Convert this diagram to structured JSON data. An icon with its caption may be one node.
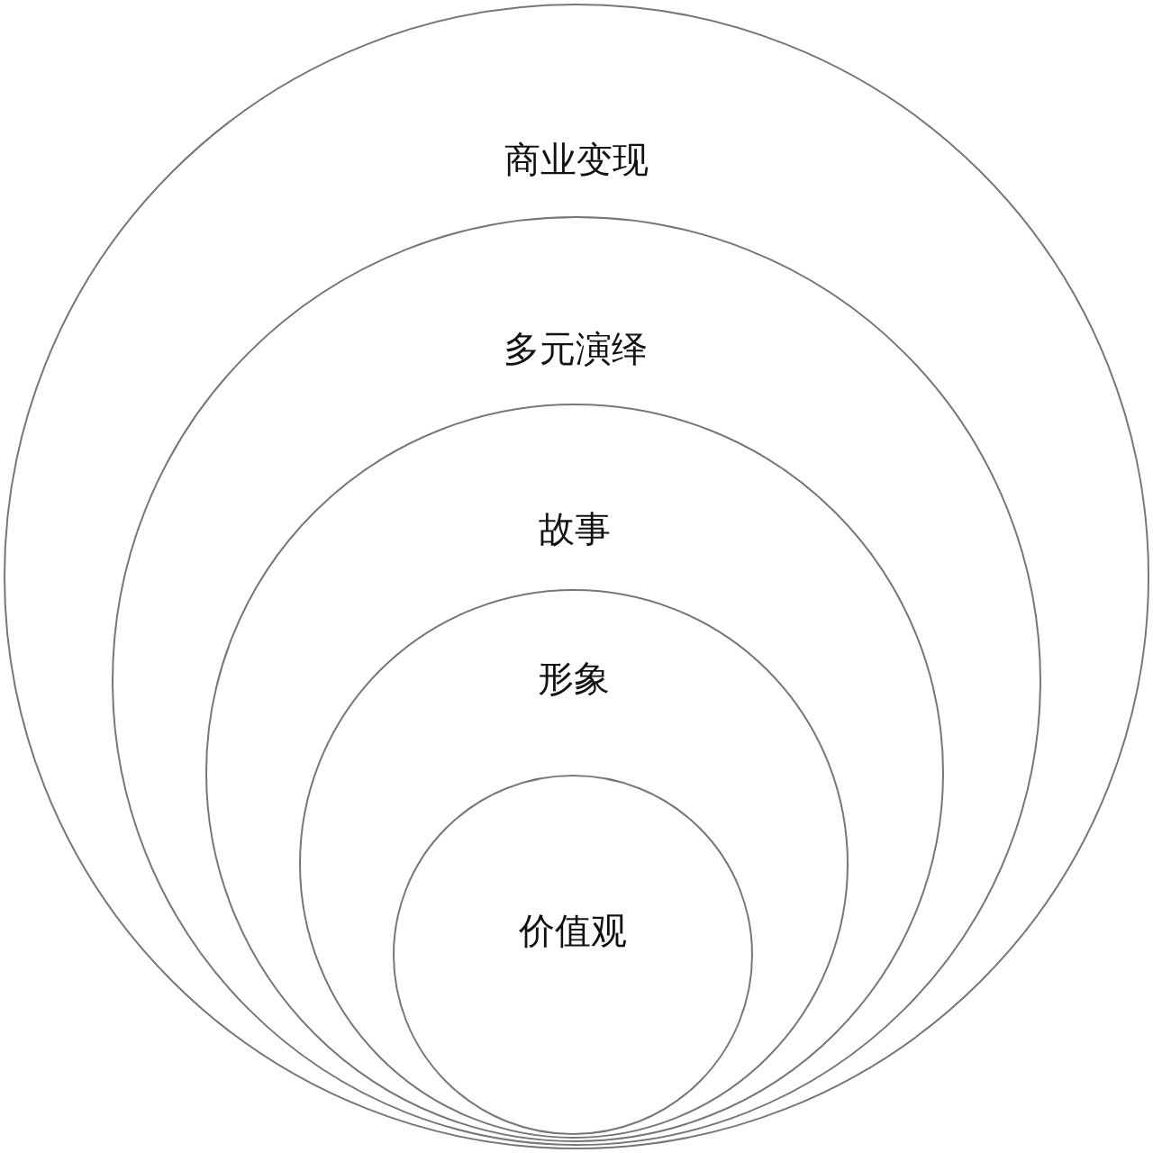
{
  "diagram": {
    "nodes": [
      {
        "text": [
          "商业变现"
        ]
      },
      {
        "text": [
          "多元演绎"
        ],
        "in": 0
      },
      {
        "text": [
          "故事"
        ],
        "in": 1
      },
      {
        "text": [
          "形象"
        ],
        "in": 2
      },
      {
        "text": [
          "价值观"
        ],
        "in": 3
      }
    ]
  }
}
